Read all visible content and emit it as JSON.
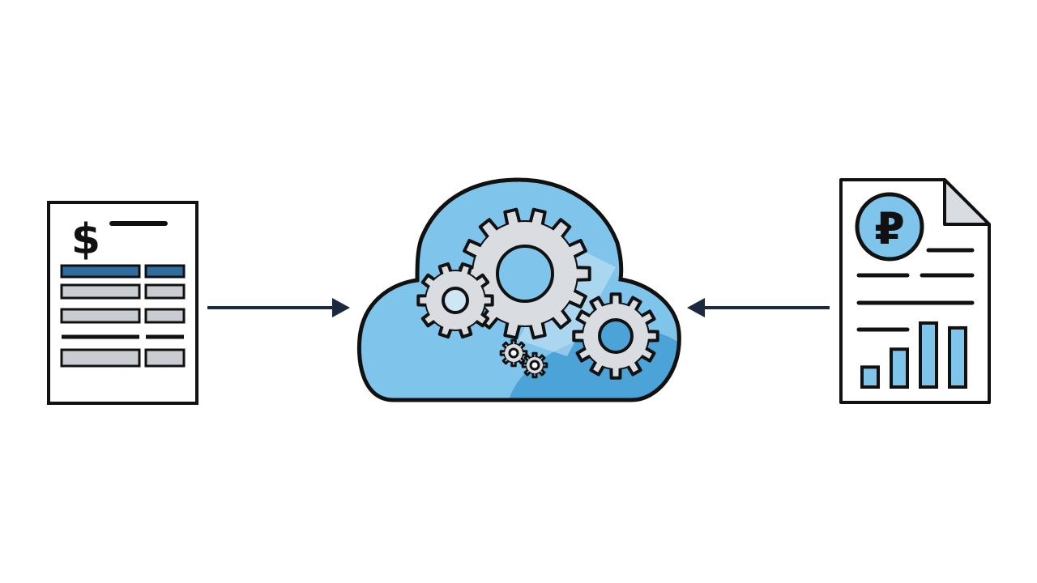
{
  "diagram": {
    "left_document": {
      "icon": "invoice-document-icon",
      "currency_symbol": "$"
    },
    "center": {
      "icon": "cloud-gears-icon"
    },
    "right_document": {
      "icon": "report-document-icon",
      "currency_symbol": "₽",
      "bar_levels": [
        0.29,
        0.55,
        0.93,
        0.86
      ]
    },
    "arrows": [
      {
        "from": "left_document",
        "to": "center",
        "icon": "arrow-right-icon"
      },
      {
        "from": "right_document",
        "to": "center",
        "icon": "arrow-left-icon"
      }
    ]
  },
  "colors": {
    "outline": "#111111",
    "light_blue": "#7fc4ea",
    "medium_blue": "#4ba3d8",
    "gear_gray": "#d9dde2",
    "arrow": "#1b2a3f",
    "page": "#ffffff",
    "dogear": "#d9dde2",
    "row_gray": "#c9cdd2",
    "row_blue": "#2f6da0"
  }
}
